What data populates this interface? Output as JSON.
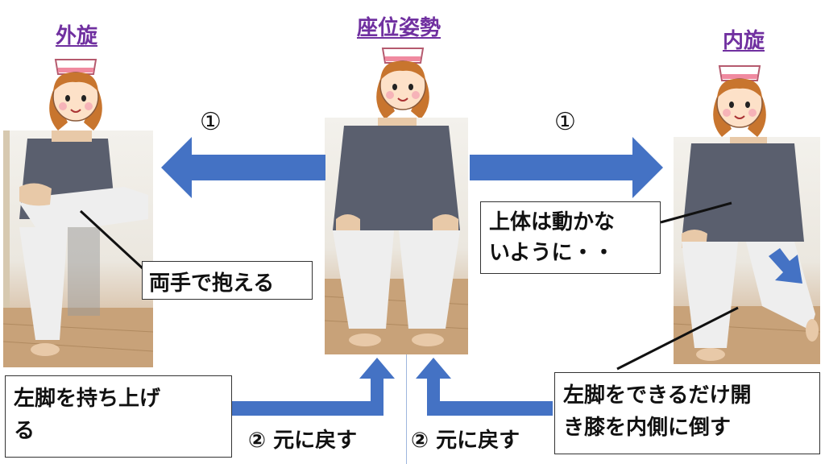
{
  "titles": {
    "left": "外旋",
    "center": "座位姿勢",
    "right": "内旋"
  },
  "step1": {
    "left": "①",
    "right": "①"
  },
  "step2": {
    "left": "② 元に戻す",
    "right": "② 元に戻す"
  },
  "callouts": {
    "hold_both_hands": "両手で抱える",
    "keep_body_still_line1": "上体は動かな",
    "keep_body_still_line2": "いように・・",
    "lift_left_leg_line1": "左脚を持ち上げ",
    "lift_left_leg_line2": "る",
    "open_knee_line1": "左脚をできるだけ開",
    "open_knee_line2": "き膝を内側に倒す"
  },
  "colors": {
    "arrow": "#4472c4",
    "title": "#7030a0",
    "shirt": "#5a5f6e",
    "pants": "#eeeeee",
    "hair": "#c8752e",
    "cap_band": "#f08aa0"
  },
  "icons": [
    "nurse-avatar-icon"
  ]
}
